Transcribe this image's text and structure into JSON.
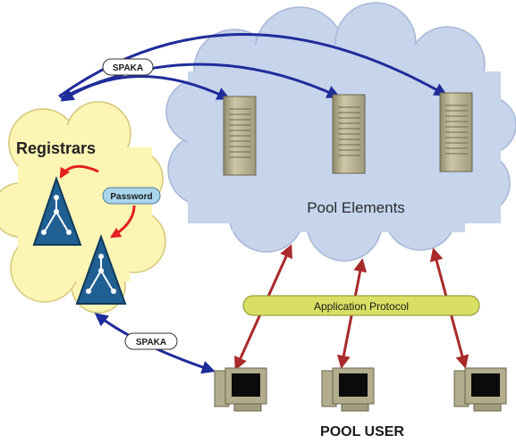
{
  "labels": {
    "registrars": "Registrars",
    "password": "Password",
    "pool_elements": "Pool Elements",
    "spaka_top": "SPAKA",
    "spaka_bottom": "SPAKA",
    "application_protocol": "Application Protocol",
    "pool_user": "POOL USER"
  },
  "colors": {
    "cloud_blue": "#c6d4ec",
    "cloud_yellow": "#fdf5b4",
    "blue_arrow": "#1f2c9b",
    "red_arrow": "#a92a2a",
    "pill_green": "#d9df63",
    "pill_blue": "#a9d6ec",
    "server": "#b3ad8e",
    "registrar_icon": "#1f5f91"
  },
  "icons": {
    "servers": [
      "server-icon",
      "server-icon",
      "server-icon"
    ],
    "registrars": [
      "registrar-icon",
      "registrar-icon"
    ],
    "pool_users": [
      "computer-icon",
      "computer-icon",
      "computer-icon"
    ]
  }
}
